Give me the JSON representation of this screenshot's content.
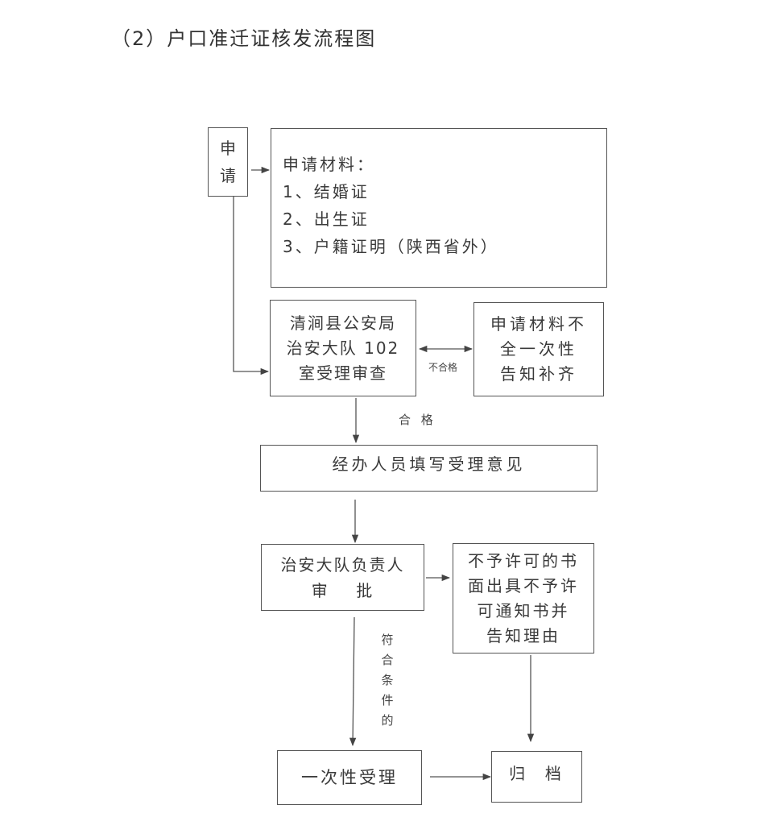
{
  "title": "（2）户口准迁证核发流程图",
  "nodes": {
    "apply": {
      "lines": [
        "申",
        "请"
      ]
    },
    "materials": {
      "lines": [
        "申请材料：",
        "1、结婚证",
        "2、出生证",
        "3、户籍证明（陕西省外）"
      ]
    },
    "review": {
      "lines": [
        "清涧县公安局",
        "治安大队 102",
        "室受理审查"
      ]
    },
    "incomplete": {
      "lines": [
        "申请材料不",
        "全一次性",
        "告知补齐"
      ]
    },
    "fill": {
      "lines": [
        "经办人员填写受理意见"
      ]
    },
    "approve": {
      "lines": [
        "治安大队负责人",
        "审    批"
      ]
    },
    "deny": {
      "lines": [
        "不予许可的书",
        "面出具不予许",
        "可通知书并",
        "告知理由"
      ]
    },
    "accept": {
      "lines": [
        "一次性受理"
      ]
    },
    "archive": {
      "lines": [
        "归  档"
      ]
    }
  },
  "edge_labels": {
    "unqualified": "不合格",
    "qualified": "合 格",
    "eligible": "符合条件的"
  },
  "edges": [
    {
      "from": "apply",
      "to": "materials"
    },
    {
      "from": "apply",
      "to": "review"
    },
    {
      "from": "review",
      "to": "incomplete",
      "label": "不合格",
      "bidirectional": true
    },
    {
      "from": "review",
      "to": "fill",
      "label": "合 格"
    },
    {
      "from": "fill",
      "to": "approve"
    },
    {
      "from": "approve",
      "to": "deny"
    },
    {
      "from": "approve",
      "to": "accept",
      "label": "符合条件的"
    },
    {
      "from": "deny",
      "to": "archive"
    },
    {
      "from": "accept",
      "to": "archive"
    }
  ],
  "colors": {
    "line": "#555555",
    "text": "#3a3a3a",
    "background": "#ffffff"
  }
}
